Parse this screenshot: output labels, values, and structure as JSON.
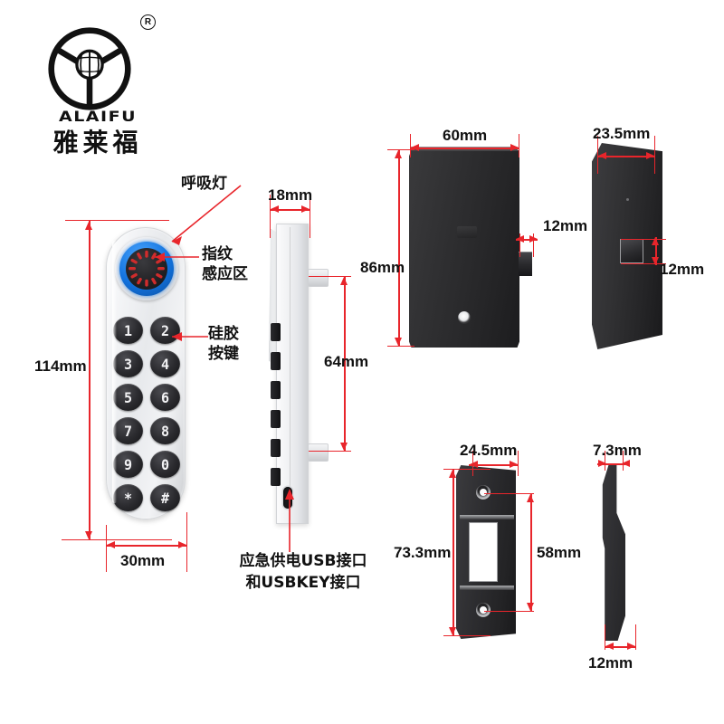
{
  "brand": {
    "logo_icon": "steering-wheel-logo",
    "registered_mark": "R",
    "name_en": "ALAIFU",
    "name_cn": "雅莱福"
  },
  "views": {
    "front_keypad": {
      "name": "front-keypad-view",
      "dimensions": {
        "height": "114mm",
        "width": "30mm"
      },
      "fingerprint": {
        "ring_color": "#1576e0",
        "segment_color": "#cf2c2c",
        "center_color": "#232326"
      },
      "keys": [
        "1",
        "2",
        "3",
        "4",
        "5",
        "6",
        "7",
        "8",
        "9",
        "0",
        "*",
        "#"
      ],
      "callouts": [
        {
          "label": "呼吸灯",
          "target": "breathing-light"
        },
        {
          "label": "指纹\n感应区",
          "line1": "指纹",
          "line2": "感应区",
          "target": "fingerprint-sensor-area"
        },
        {
          "label": "硅胶\n按键",
          "line1": "硅胶",
          "line2": "按键",
          "target": "silicone-keys"
        }
      ]
    },
    "side_keypad": {
      "name": "side-keypad-view",
      "dimensions": {
        "width": "18mm",
        "peg_spacing": "64mm"
      },
      "port_caption_line1": "应急供电USB接口",
      "port_caption_line2": "和USBKEY接口",
      "port_icon": "usb-port-icon",
      "key_profile_count": 6
    },
    "lock_body_front": {
      "name": "lock-body-front-view",
      "dimensions": {
        "width": "60mm",
        "height": "86mm",
        "bolt_width": "12mm"
      }
    },
    "lock_body_side": {
      "name": "lock-body-side-view",
      "dimensions": {
        "width": "23.5mm",
        "bolt_height": "12mm"
      }
    },
    "strike_plate_front": {
      "name": "strike-plate-front-view",
      "dimensions": {
        "width": "24.5mm",
        "height": "73.3mm",
        "hole_spacing": "58mm"
      },
      "screw_hole_count": 2
    },
    "strike_plate_side": {
      "name": "strike-plate-side-view",
      "dimensions": {
        "top_thickness": "7.3mm",
        "bottom_thickness": "12mm"
      }
    }
  },
  "style": {
    "dimension_line_color": "#e8252b",
    "text_color": "#111111",
    "background": "#ffffff",
    "lock_body_color": "#2b2b2e",
    "keypad_color": "#e7e9ec"
  }
}
